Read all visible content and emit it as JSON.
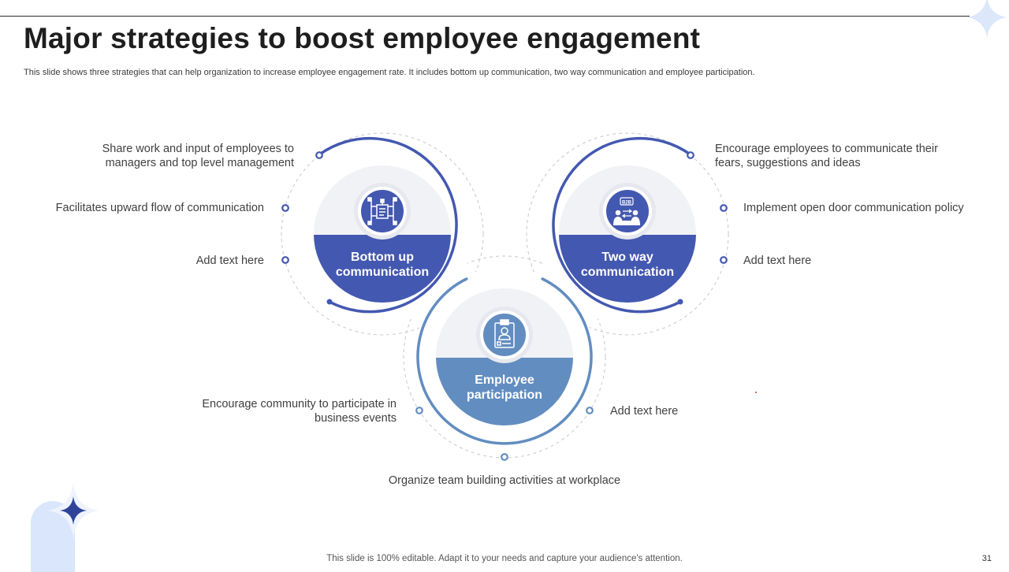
{
  "header": {
    "title": "Major strategies to boost employee engagement",
    "subtitle": "This slide shows three strategies that can help organization to increase employee engagement rate. It includes bottom up communication,  two way communication and employee participation."
  },
  "strategies": [
    {
      "line1": "Bottom up",
      "line2": "communication",
      "color": "#4358b0",
      "icon": "org-chart-icon"
    },
    {
      "line1": "Two way",
      "line2": "communication",
      "color": "#4358b0",
      "icon": "b2b-meeting-icon"
    },
    {
      "line1": "Employee",
      "line2": "participation",
      "color": "#628dc0",
      "icon": "clipboard-user-icon"
    }
  ],
  "points": {
    "bottom_up_1_l1": "Share work and input of employees to",
    "bottom_up_1_l2": "managers and top level management",
    "bottom_up_2": "Facilitates upward flow of communication",
    "bottom_up_3": "Add text here",
    "two_way_1_l1": "Encourage employees to communicate their",
    "two_way_1_l2": "fears, suggestions and ideas",
    "two_way_2": "Implement open door communication policy",
    "two_way_3": "Add text here",
    "participation_1_l1": "Encourage community to participate in",
    "participation_1_l2": "business events",
    "participation_2": "Add text here",
    "participation_3": "Organize team building  activities at workplace"
  },
  "icon_badge_text": "B2B",
  "footer": "This slide is 100% editable. Adapt it to your needs and capture your audience's attention.",
  "page_number": "31",
  "colors": {
    "primary": "#4358b0",
    "secondary": "#628dc0",
    "accent_light": "#d9e6fb"
  }
}
